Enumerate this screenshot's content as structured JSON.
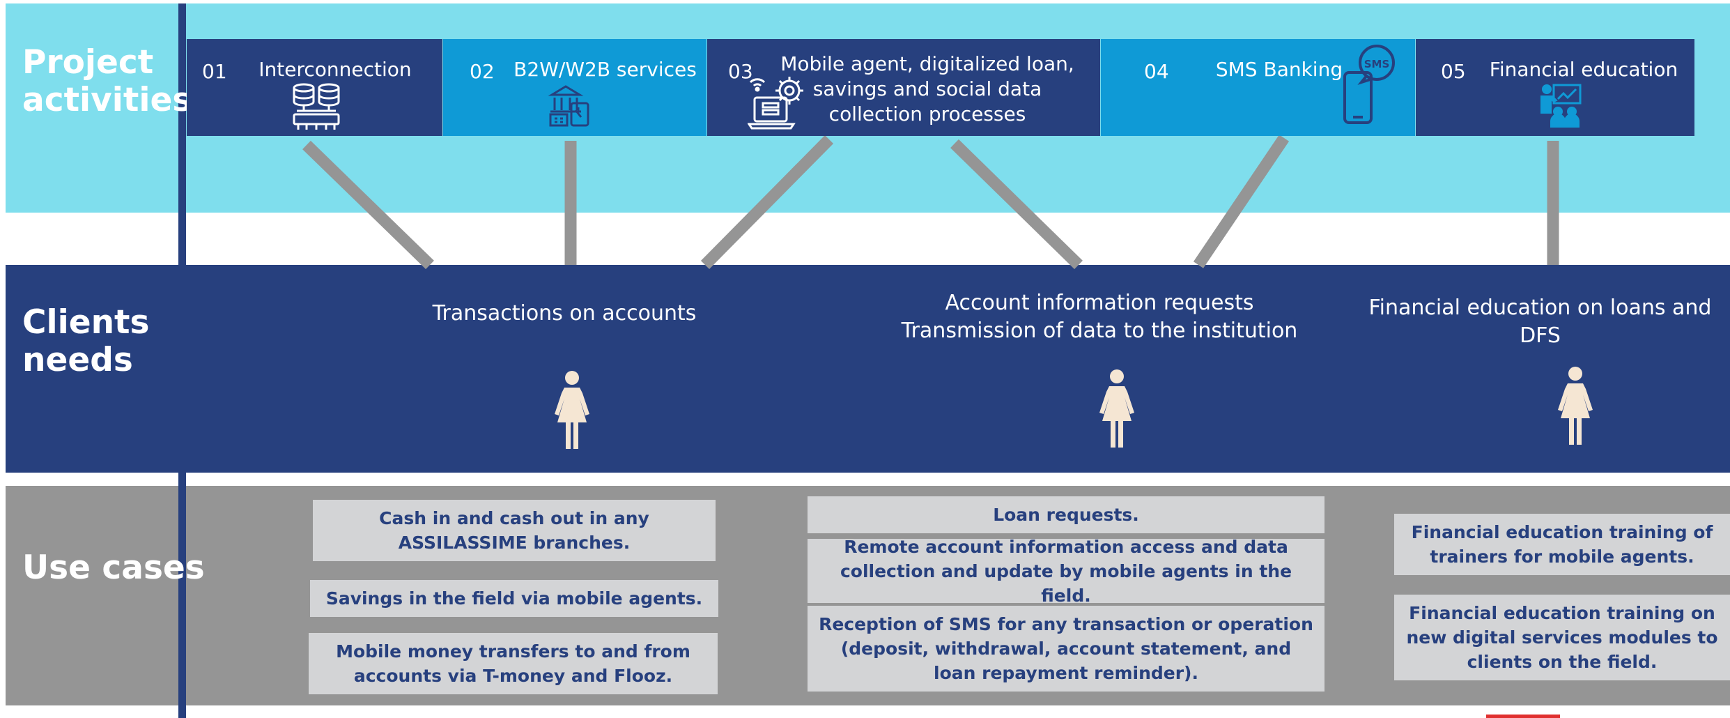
{
  "rows": {
    "activities": "Project\nactivities",
    "needs": "Clients\nneeds",
    "use_cases": "Use cases"
  },
  "activities": [
    {
      "num": "01",
      "label": "Interconnection",
      "icon": "server-network-icon",
      "color": "#27407e"
    },
    {
      "num": "02",
      "label": "B2W/W2B services",
      "icon": "bank-phone-icon",
      "color": "#0f9ad6"
    },
    {
      "num": "03",
      "label": "Mobile agent, digitalized loan, savings and social data collection processes",
      "icon": "laptop-gear-icon",
      "color": "#27407e"
    },
    {
      "num": "04",
      "label": "SMS Banking",
      "icon": "sms-phone-icon",
      "color": "#0f9ad6"
    },
    {
      "num": "05",
      "label": "Financial education",
      "icon": "teacher-board-icon",
      "color": "#27407e"
    }
  ],
  "needs": [
    {
      "text": "Transactions on accounts"
    },
    {
      "text": "Account information requests\nTransmission of data to the institution"
    },
    {
      "text": "Financial education on loans and DFS"
    }
  ],
  "use_cases": {
    "group1": [
      "Cash in and cash out in any ASSILASSIME branches.",
      "Savings in the field via mobile agents.",
      "Mobile money transfers to and from accounts via T-money and Flooz."
    ],
    "group2": [
      "Loan requests.",
      "Remote account information access and data collection and update by mobile agents in the field.",
      "Reception of SMS for any transaction or operation (deposit, withdrawal, account statement, and loan repayment reminder)."
    ],
    "group3": [
      "Financial education training of trainers for mobile agents.",
      "Financial education training on new digital services modules to clients on the field."
    ]
  },
  "colors": {
    "light_blue_band": "#7fdeed",
    "navy": "#27407e",
    "bright_blue": "#0f9ad6",
    "gray_band": "#959595",
    "box": "#d3d4d6",
    "connector": "#959595",
    "person": "#f5e6d3",
    "red_mark": "#e0302f"
  }
}
